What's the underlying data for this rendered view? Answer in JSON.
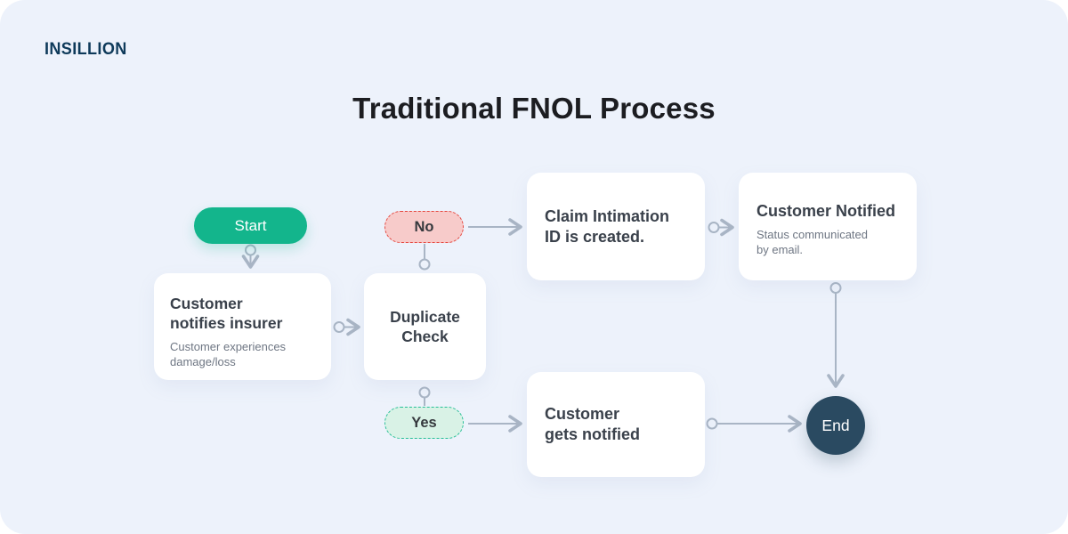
{
  "logo": "INSILLION",
  "title": "Traditional FNOL Process",
  "flow": {
    "start": {
      "label": "Start"
    },
    "customer_notifies": {
      "title_lines": [
        "Customer",
        "notifies insurer"
      ],
      "subtitle_lines": [
        "Customer experiences",
        "damage/loss"
      ]
    },
    "duplicate_check": {
      "title_lines": [
        "Duplicate",
        "Check"
      ]
    },
    "decision_no": {
      "label": "No"
    },
    "decision_yes": {
      "label": "Yes"
    },
    "claim_created": {
      "title_lines": [
        "Claim Intimation",
        "ID is created."
      ]
    },
    "customer_notified": {
      "title": "Customer Notified",
      "subtitle_lines": [
        "Status communicated",
        "by email."
      ]
    },
    "customer_gets_notified": {
      "title_lines": [
        "Customer",
        "gets notified"
      ]
    },
    "end": {
      "label": "End"
    }
  },
  "colors": {
    "background": "#edf2fb",
    "card": "#ffffff",
    "start_fill": "#13b58c",
    "no_fill": "#f7cbca",
    "no_border": "#e4473f",
    "yes_fill": "#d9f2e6",
    "yes_border": "#27bf97",
    "end_fill": "#2a4a61",
    "connector": "#a9b5c5",
    "logo_text": "#0e3a5a",
    "title_text": "#1c1d21"
  }
}
